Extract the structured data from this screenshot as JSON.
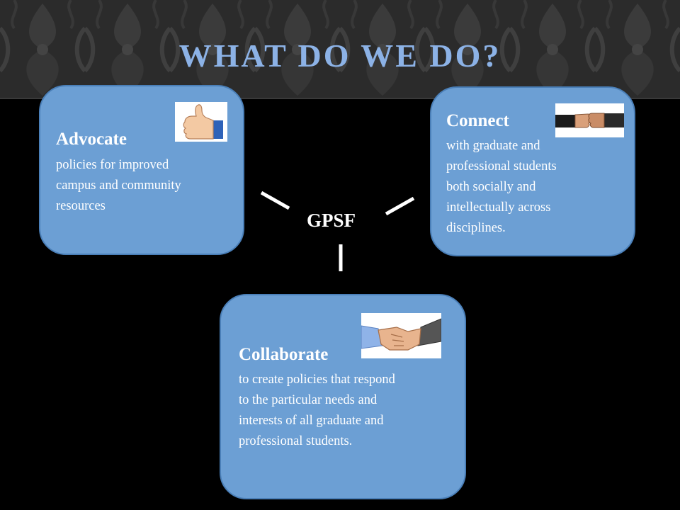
{
  "header": {
    "title": "What do we do?"
  },
  "center": {
    "label": "GPSF"
  },
  "cards": {
    "advocate": {
      "heading": "Advocate",
      "lines": [
        "policies for improved",
        "campus and community",
        "resources"
      ],
      "icon": "thumbs-up-icon"
    },
    "connect": {
      "heading": "Connect",
      "lines": [
        "with graduate and",
        "professional students",
        "both socially and",
        "intellectually across",
        "disciplines."
      ],
      "icon": "fist-bump-icon"
    },
    "collaborate": {
      "heading": "Collaborate",
      "lines": [
        "to create policies that respond",
        "to the particular needs and",
        "interests of  all graduate and",
        "professional students."
      ],
      "icon": "handshake-icon"
    }
  },
  "colors": {
    "card_fill": "#6c9fd4",
    "title": "#8cb2e6",
    "background": "#000000"
  }
}
